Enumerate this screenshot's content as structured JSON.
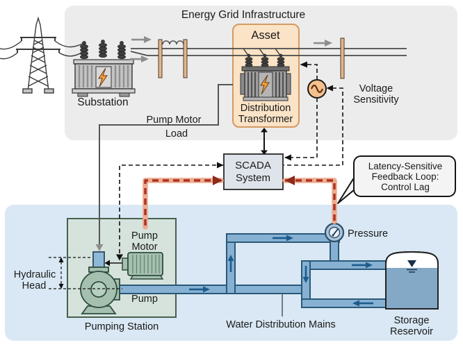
{
  "title": "Energy Grid Infrastructure",
  "labels": {
    "substation": "Substation",
    "asset": "Asset",
    "dist_transformer": [
      "Distribution",
      "Transformer"
    ],
    "voltage_sensitivity": [
      "Voltage",
      "Sensitivity"
    ],
    "pump_motor_load": [
      "Pump Motor",
      "Load"
    ],
    "scada": [
      "SCADA",
      "System"
    ],
    "callout": [
      "Latency-Sensitive",
      "Feedback Loop:",
      "Control Lag"
    ],
    "pressure": "Pressure",
    "pump_motor": [
      "Pump",
      "Motor"
    ],
    "pump": "Pump",
    "pumping_station": "Pumping Station",
    "hydraulic_head": [
      "Hydraulic",
      "Head"
    ],
    "water_mains": "Water Distribution Mains",
    "storage_reservoir": [
      "Storage",
      "Reservoir"
    ]
  },
  "icons": {
    "transmission-tower-icon": "lattice pylon",
    "transformer-icon": "finned transformer with lightning bolt",
    "lightning-bolt-icon": "lightning bolt",
    "ac-sine-icon": "sine wave in circle",
    "inductor-coil-icon": "coil bumps",
    "pressure-gauge-icon": "dial gauge",
    "pump-icon": "centrifugal pump volute",
    "motor-icon": "finned electric motor",
    "reservoir-icon": "tank with water level symbol"
  },
  "colors": {
    "ink": "#1a1a1a",
    "panel-grid": "#ececec",
    "panel-water": "#d9e8f4",
    "station-fill": "#d6e3dc",
    "station-stroke": "#46604f",
    "asset-fill": "#fae3c6",
    "asset-stroke": "#d39a62",
    "scada-fill": "#dfe4ea",
    "red-core": "#a93226",
    "red-halo": "#eeab8e",
    "red-head": "#8c2a1c",
    "pipe-fill": "#87b1d3",
    "pipe-stroke": "#2a5878",
    "flow-arrow": "#1d5c8c",
    "equip-fill": "#a5c0af",
    "equip-stroke": "#2e4b3e",
    "riser-fill": "#8fb9d9",
    "metal-gray": "#c4c4c4",
    "metal-dark": "#8f8f8f",
    "tx-gray": "#a0a0a0",
    "tx-dark": "#4f4f4f",
    "bolt": "#f59f3b",
    "pole": "#e2b68c",
    "sine-fill": "#f5c08e",
    "gauge-fill": "#aac6de",
    "res-water": "#84a9c7",
    "wire": "#555555",
    "gray-arrow": "#8e8e8e",
    "callout-fill": "#f4f4f4"
  }
}
